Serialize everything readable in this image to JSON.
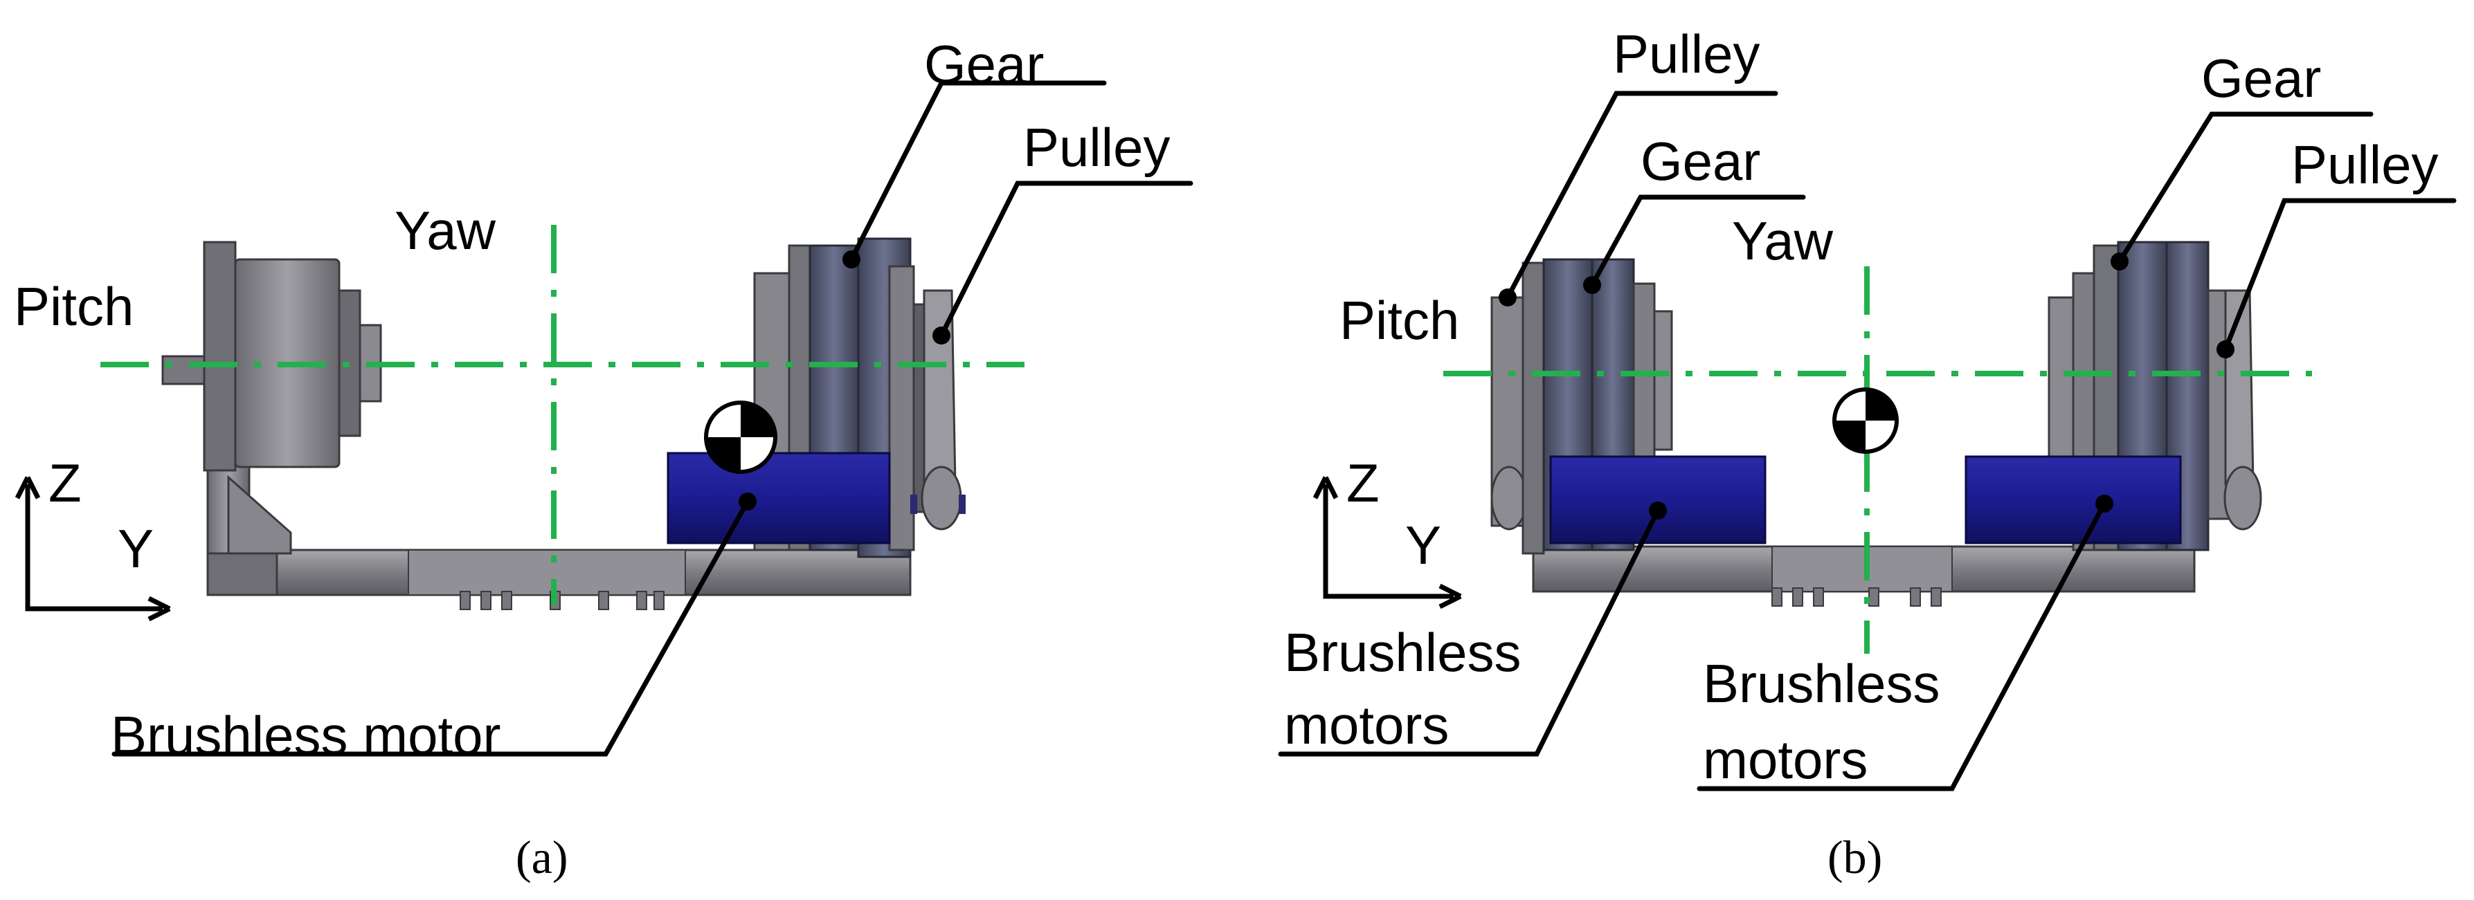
{
  "panels": [
    {
      "caption": "(a)",
      "labels": {
        "gear": "Gear",
        "pulley": "Pulley",
        "yaw": "Yaw",
        "pitch": "Pitch",
        "motor": "Brushless motor",
        "coord_z": "Z",
        "coord_y": "Y"
      }
    },
    {
      "caption": "(b)",
      "labels": {
        "pulley_left": "Pulley",
        "gear_left": "Gear",
        "gear_right": "Gear",
        "pulley_right": "Pulley",
        "yaw": "Yaw",
        "pitch": "Pitch",
        "motors_left_1": "Brushless",
        "motors_left_2": "motors",
        "motors_right_1": "Brushless",
        "motors_right_2": "motors",
        "coord_z": "Z",
        "coord_y": "Y"
      }
    }
  ],
  "colors": {
    "axis_line": "#22b14c",
    "motor": "#1a1a8c",
    "metal": "#8a8a8e",
    "metal_dark": "#5a5a60",
    "gear_dark": "#4a4f66"
  },
  "icons": [
    "center-of-mass-icon",
    "coordinate-axes-icon"
  ]
}
